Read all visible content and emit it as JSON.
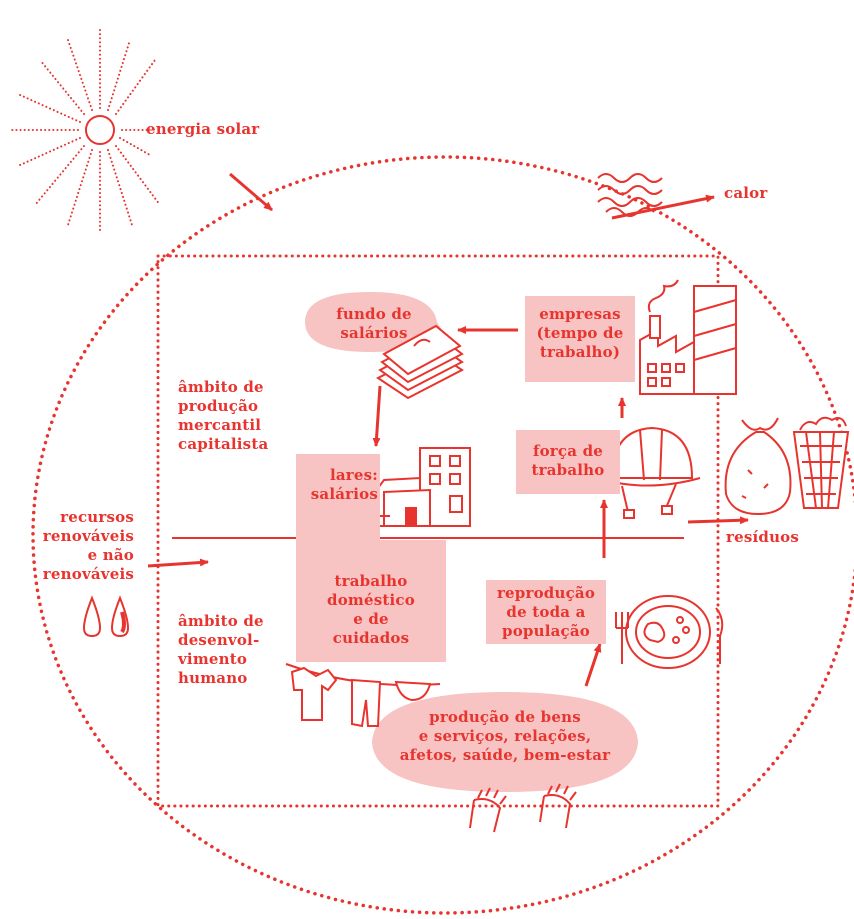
{
  "colors": {
    "accent": "#e8342e",
    "fill": "#f7c3c3",
    "background": "#ffffff"
  },
  "labels": {
    "energia_solar": "energia solar",
    "calor": "calor",
    "fundo_de_salarios": "fundo de\nsalários",
    "empresas": "empresas\n(tempo de\ntrabalho)",
    "ambito_producao": "âmbito de\nprodução\nmercantil\ncapitalista",
    "forca_de_trabalho": "força de\ntrabalho",
    "lares_salarios": "lares:\nsalários",
    "recursos": "recursos\nrenováveis\ne não\nrenováveis",
    "residuos": "resíduos",
    "trabalho_domestico": "trabalho\ndoméstico\ne de\ncuidados",
    "reproducao": "reprodução\nde toda a\npopulação",
    "ambito_desenvolvimento": "âmbito de\ndesenvol-\nvimento\nhumano",
    "producao_de_bens": "produção de bens\ne serviços, relações,\nafetos, saúde, bem-estar"
  },
  "icons": [
    "sun-icon",
    "heat-waves-icon",
    "money-stack-icon",
    "factory-icon",
    "hard-hat-icon",
    "house-icon",
    "trash-bag-icon",
    "trash-basket-icon",
    "water-drops-icon",
    "clothesline-icon",
    "plate-cutlery-icon",
    "hands-icon"
  ]
}
